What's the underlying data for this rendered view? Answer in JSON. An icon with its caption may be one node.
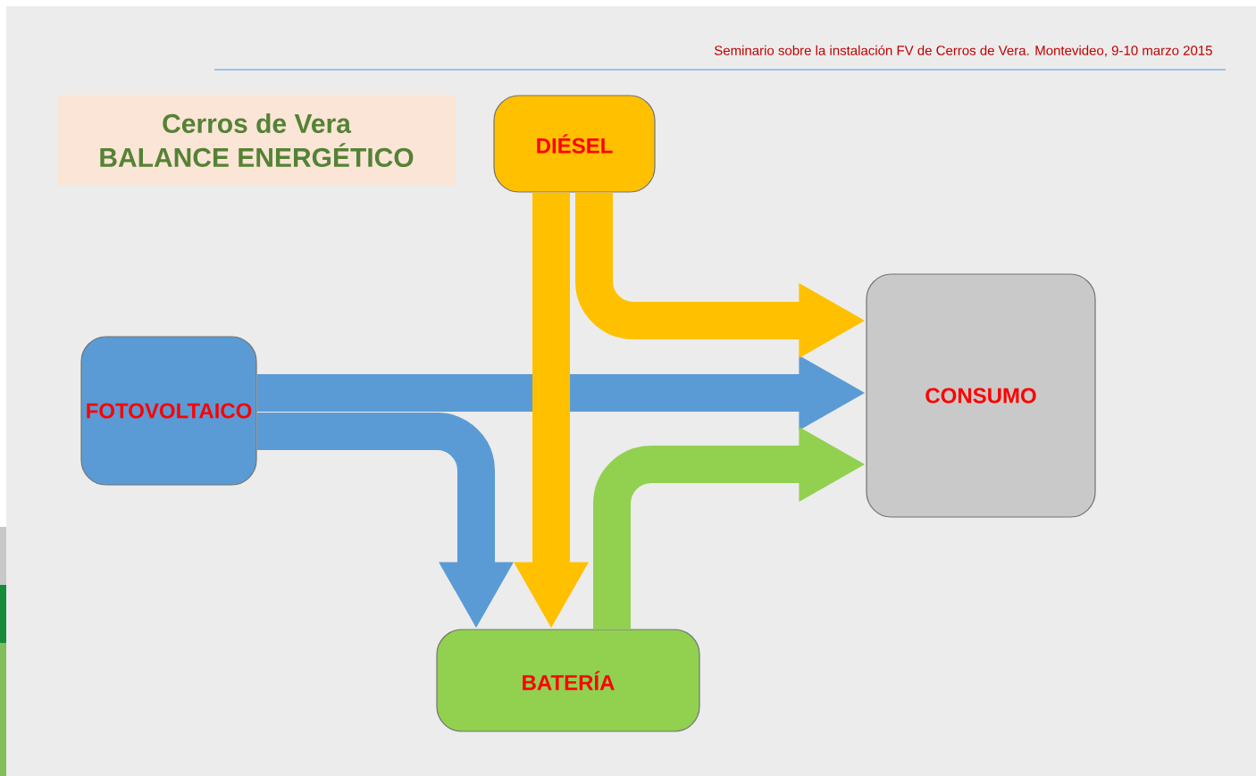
{
  "diagram": {
    "nodes": [
      {
        "text": [
          "Cerros de Vera",
          "BALANCE ENERGÉTICO"
        ]
      },
      {
        "text": [
          "DIÉSEL"
        ]
      },
      {
        "text": [
          "FOTOVOLTAICO"
        ]
      },
      {
        "text": [
          "CONSUMO"
        ]
      },
      {
        "text": [
          "BATERÍA"
        ]
      }
    ],
    "edges": [
      {
        "from": 2,
        "to": 4,
        "arrow": "to",
        "color": "#5b9bd5"
      },
      {
        "from": 2,
        "to": 3,
        "arrow": "to",
        "color": "#5b9bd5"
      },
      {
        "from": 4,
        "to": 3,
        "arrow": "to",
        "color": "#92d050"
      },
      {
        "from": 1,
        "to": 3,
        "arrow": "to",
        "color": "#ffc000"
      },
      {
        "from": 1,
        "to": 4,
        "arrow": "to",
        "color": "#ffc000"
      }
    ],
    "labels": [
      "Seminario sobre la instalación FV de Cerros de Vera. Montevideo, 9-10 marzo 2015"
    ]
  }
}
